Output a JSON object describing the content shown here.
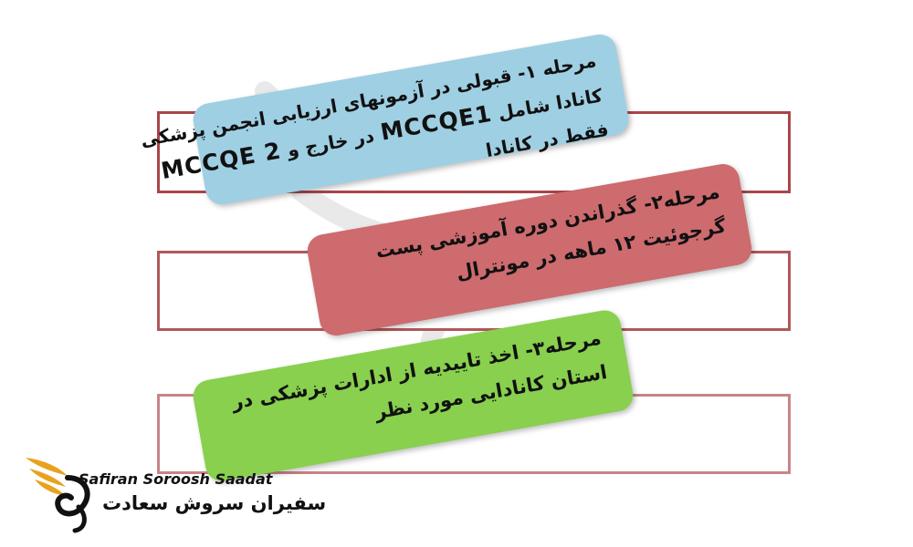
{
  "steps": [
    {
      "line1": "مرحله ۱- قبولی در آزمونهای ارزیابی انجمن پزشکی",
      "line2_before": "کانادا شامل",
      "line2_code1": "MCCQE1",
      "line2_mid": "در خارج و",
      "line2_code2": "MCCQE 2",
      "line3": "فقط در کانادا",
      "color": "#9fcfe3"
    },
    {
      "line1": "مرحله۲- گذراندن دوره آموزشی پست",
      "line2": "گرجوئیت ۱۲ ماهه در مونترال",
      "color": "#cd6b6f"
    },
    {
      "line1": "مرحله۳- اخذ تاییدیه از ادارات پزشکی در",
      "line2": "استان کانادایی مورد نظر",
      "color": "#88d04e"
    }
  ],
  "logo": {
    "name_en": "Safiran Soroosh Saadat",
    "name_fa": "سفیران سروش سعادت",
    "accent": "#e8a21c"
  }
}
